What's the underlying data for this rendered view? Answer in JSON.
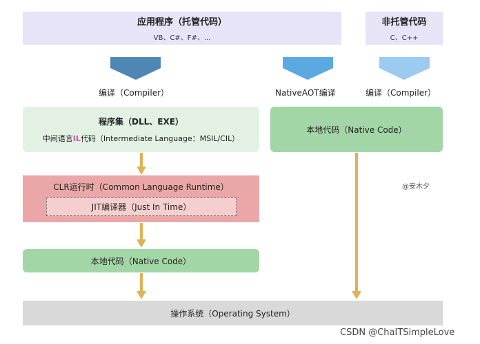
{
  "managed": {
    "title": "应用程序（托管代码）",
    "langs": "VB、C#、F#、..."
  },
  "unmanaged": {
    "title": "非托管代码",
    "langs": "C、C++"
  },
  "labels": {
    "compile_left": "编译（Compiler）",
    "compile_aot": "NativeAOT编译",
    "compile_right": "编译（Compiler）"
  },
  "assembly": {
    "title": "程序集（DLL、EXE）",
    "il_prefix": "中间语言",
    "il_highlight": "IL",
    "il_suffix": "代码（Intermediate Language：MSIL/CIL）"
  },
  "native_aot": {
    "label": "本地代码（Native Code）"
  },
  "clr": {
    "label": "CLR运行时（Common Language Runtime）",
    "jit": "JIT编译器（Just In Time）"
  },
  "native_code": {
    "label": "本地代码（Native Code）"
  },
  "os": {
    "label": "操作系统（Operating System）"
  },
  "watermark": "@安木夕",
  "footer": "CSDN @ChaITSimpleLove",
  "colors": {
    "header_bg": "#e8e4f7",
    "arrow_dark_blue": "#4f86b4",
    "arrow_mid_blue": "#5aa9e0",
    "arrow_light_blue": "#9ccaf0",
    "green_light": "#e2f1e4",
    "green": "#a3d6a6",
    "red": "#eba7a7",
    "red_light": "#f5cfcf",
    "gray": "#d9d9d9",
    "flow_arrow": "#e0b155",
    "il_pink": "#d94fbf"
  }
}
